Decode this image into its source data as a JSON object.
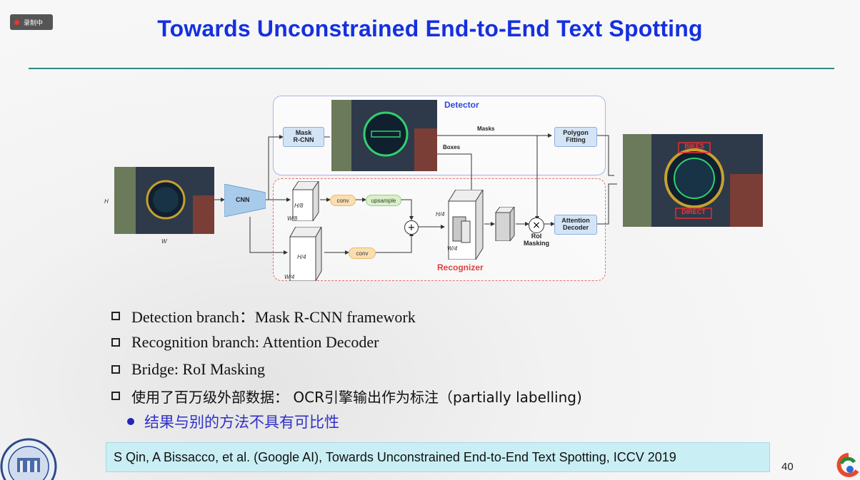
{
  "recording_badge": "录制中",
  "slide": {
    "title": "Towards Unconstrained End-to-End Text Spotting",
    "page_number": "40"
  },
  "diagram": {
    "detector_label": "Detector",
    "recognizer_label": "Recognizer",
    "input_h": "H",
    "input_w": "W",
    "cnn": "CNN",
    "mask_rcnn": "Mask\nR-CNN",
    "masks": "Masks",
    "boxes": "Boxes",
    "polygon_fitting": "Polygon\nFitting",
    "attention_decoder": "Attention\nDecoder",
    "roi_masking": "RoI\nMasking",
    "conv_top": "conv",
    "upsample": "upsample",
    "conv_bottom": "conv",
    "plus": "+",
    "times": "×",
    "h8": "H/8",
    "w8": "W/8",
    "h4_top": "H/4",
    "w4_top": "W/4",
    "h4_bottom": "H/4",
    "w4_bottom": "W/4",
    "out_bikes": "BIKES",
    "out_direct": "DIRECT"
  },
  "bullets": [
    "Detection branch：Mask R-CNN framework",
    "Recognition branch: Attention Decoder",
    "Bridge: RoI Masking",
    "使用了百万级外部数据： OCR引擎输出作为标注（partially labelling)"
  ],
  "sub_bullet": "结果与别的方法不具有可比性",
  "citation": "S Qin, A Bissacco, et al. (Google AI), Towards Unconstrained End-to-End Text Spotting, ICCV 2019",
  "colors": {
    "title": "#1530e0",
    "rule": "#2b8a8a",
    "citation_bg": "#c9eef4",
    "sub_bullet": "#3030c8"
  }
}
